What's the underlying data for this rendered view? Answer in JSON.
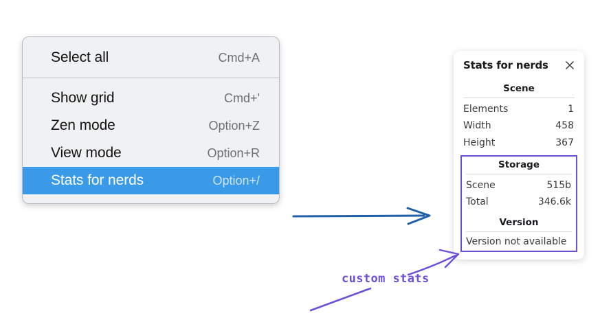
{
  "context_menu": {
    "name": "context-menu",
    "groups": [
      {
        "items": [
          {
            "label": "Select all",
            "shortcut": "Cmd+A",
            "selected": false
          }
        ]
      },
      {
        "items": [
          {
            "label": "Show grid",
            "shortcut": "Cmd+'",
            "selected": false
          },
          {
            "label": "Zen mode",
            "shortcut": "Option+Z",
            "selected": false
          },
          {
            "label": "View mode",
            "shortcut": "Option+R",
            "selected": false
          },
          {
            "label": "Stats for nerds",
            "shortcut": "Option+/",
            "selected": true
          }
        ]
      }
    ],
    "colors": {
      "background": "#f0f1f3",
      "border": "#b9bec6",
      "label": "#121212",
      "shortcut": "#6d7075",
      "selected_background": "#3b9ae8",
      "selected_label": "#ffffff",
      "selected_shortcut": "#cfe6f9"
    }
  },
  "stats_panel": {
    "title": "Stats for nerds",
    "close_icon": "close-icon",
    "sections": [
      {
        "heading": "Scene",
        "rows": [
          {
            "key": "Elements",
            "value": "1"
          },
          {
            "key": "Width",
            "value": "458"
          },
          {
            "key": "Height",
            "value": "367"
          }
        ]
      },
      {
        "heading": "Storage",
        "highlighted": true,
        "rows": [
          {
            "key": "Scene",
            "value": "515b"
          },
          {
            "key": "Total",
            "value": "346.6k"
          }
        ]
      },
      {
        "heading": "Version",
        "highlighted": true,
        "note": "Version not available",
        "rows": []
      }
    ],
    "colors": {
      "background": "#ffffff",
      "title": "#1b1b1f",
      "text": "#3a3a3e",
      "rule": "#d8d8d8",
      "highlight_border": "#6b4fd8"
    }
  },
  "annotations": {
    "arrow_blue": {
      "name": "blue-arrow",
      "color": "#1f5fa8"
    },
    "label": {
      "text": "custom stats",
      "color": "#6b4fd8"
    },
    "arrow_purple": {
      "name": "purple-arrow",
      "color": "#6b4fd8"
    },
    "stroke_purple": {
      "name": "purple-underline-stroke",
      "color": "#6b4fd8"
    }
  }
}
